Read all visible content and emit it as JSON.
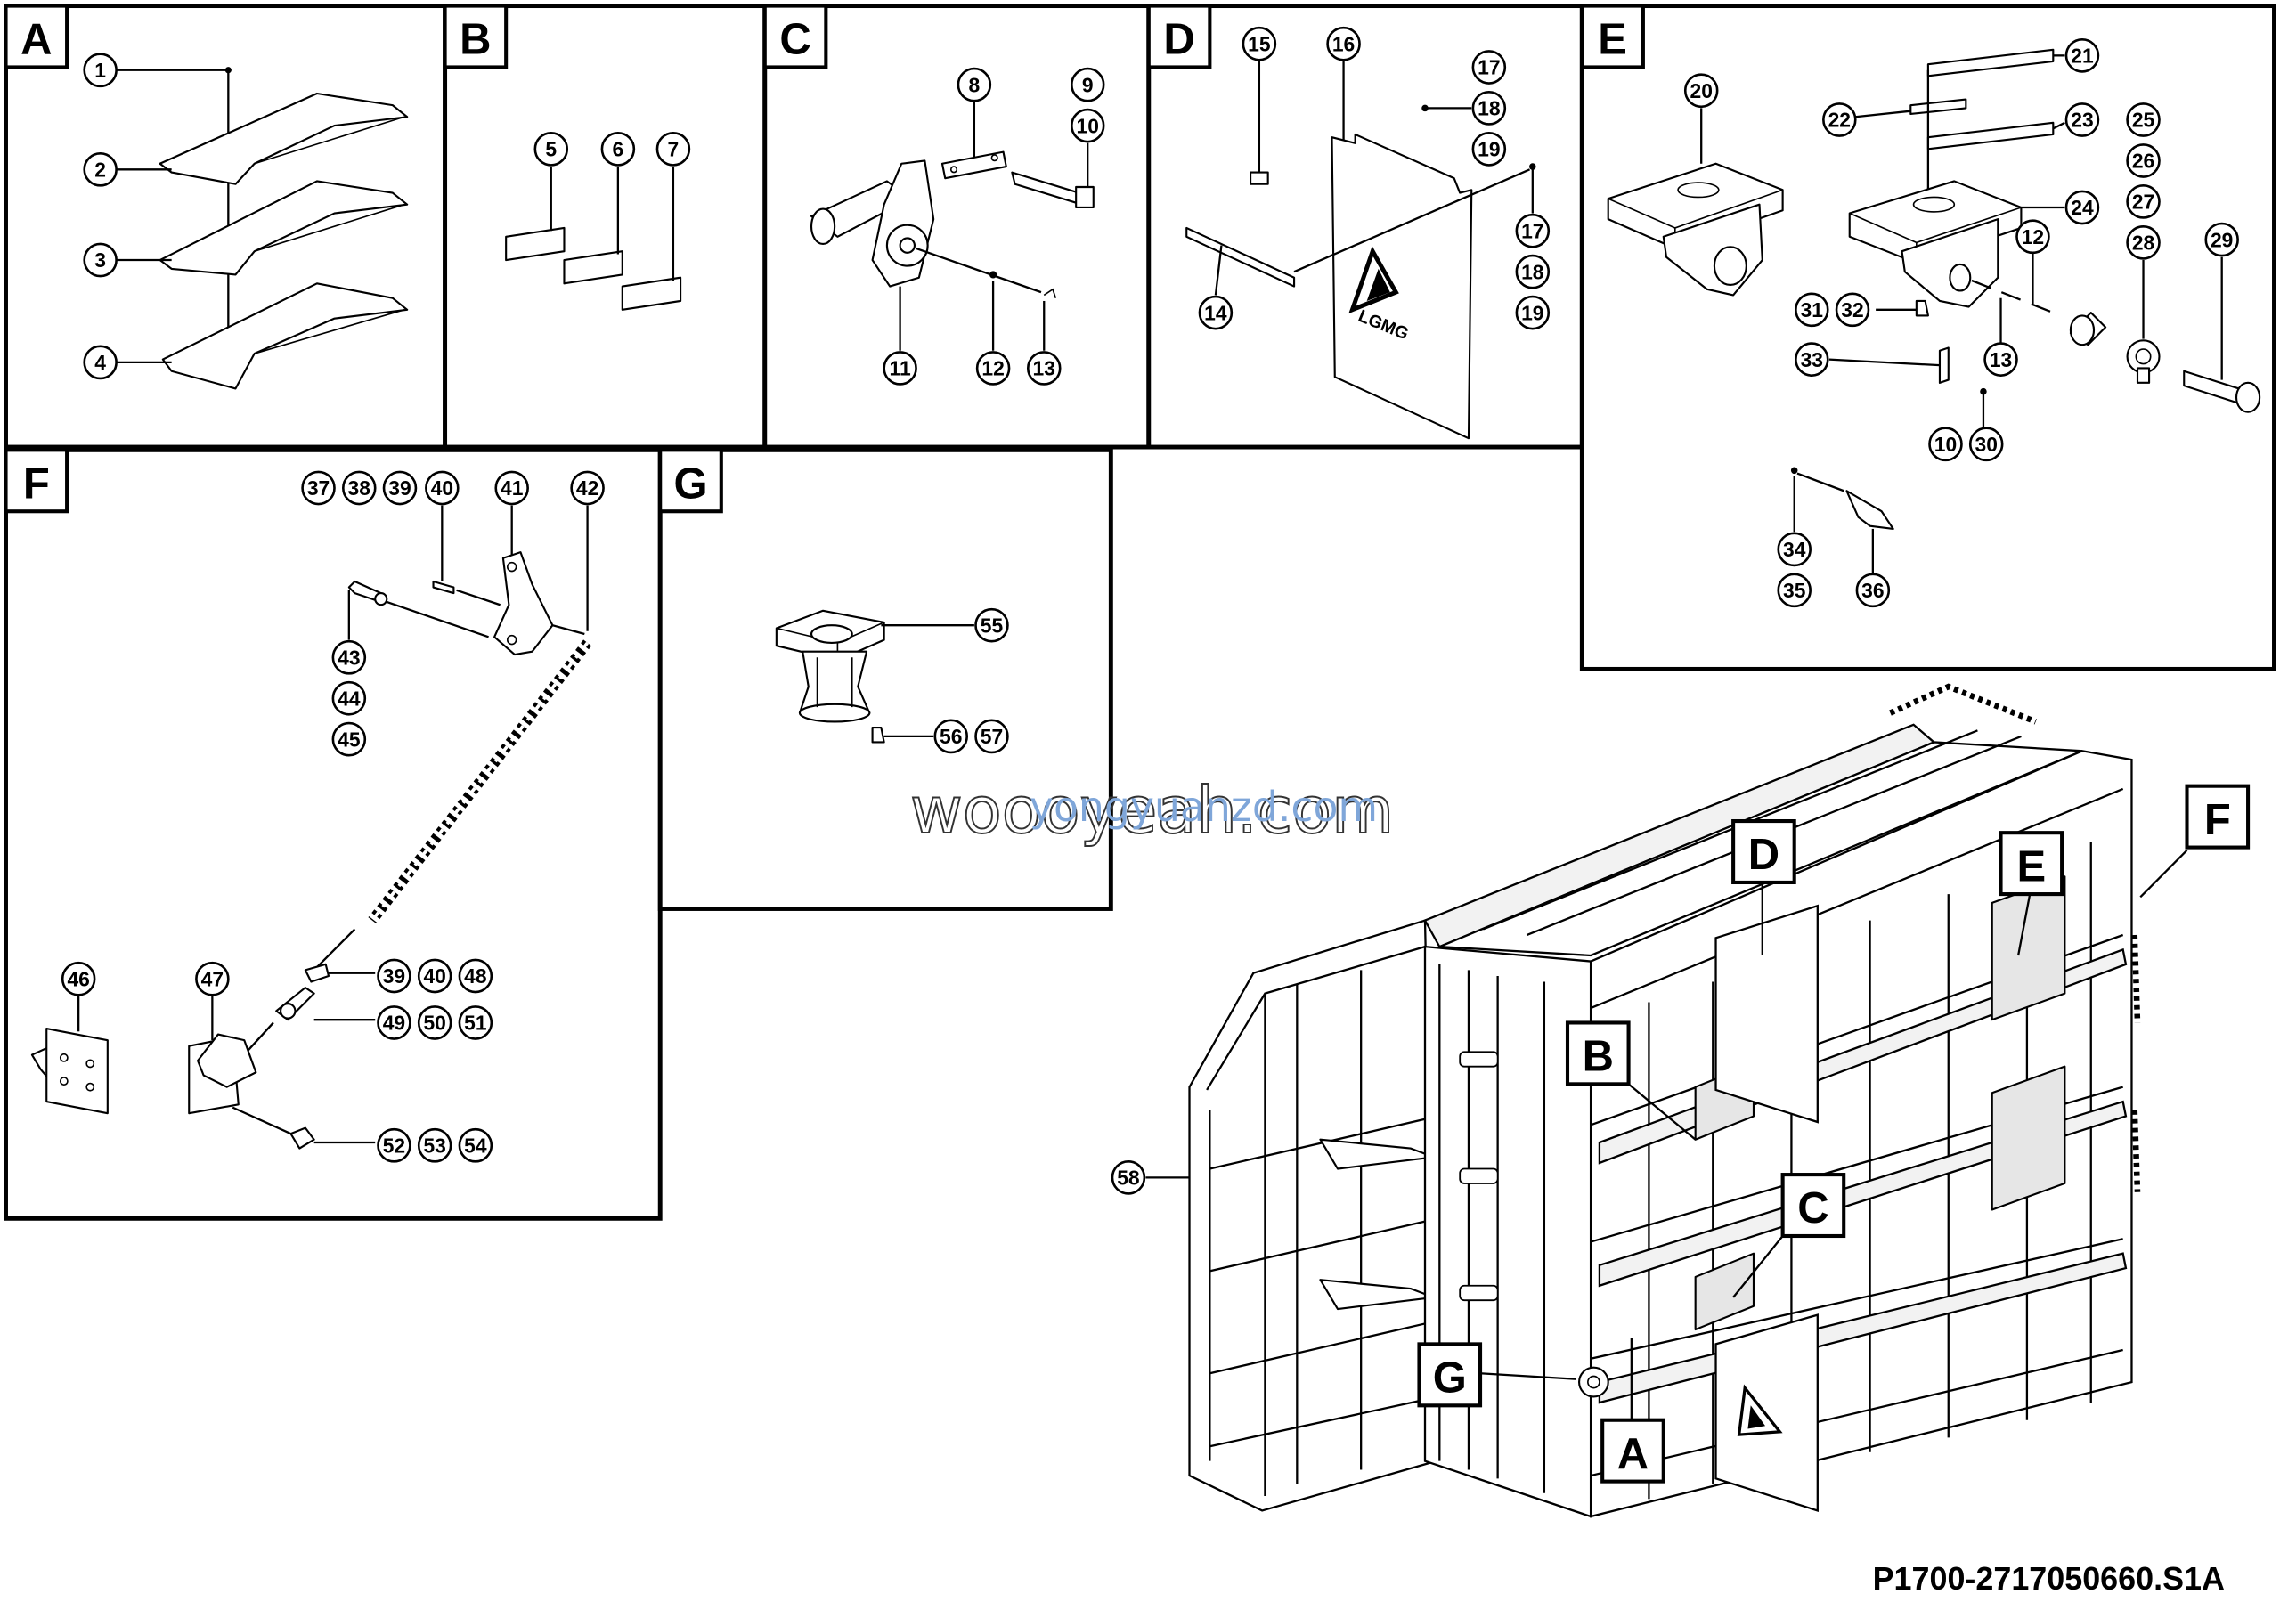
{
  "drawing_number": "P1700-2717050660.S1A",
  "watermark": {
    "main": "woooyeah.com",
    "overlay": "yongyuanzd.com"
  },
  "logo_text": "LGMG",
  "panels": {
    "A": {
      "label": "A",
      "callouts": [
        "1",
        "2",
        "3",
        "4"
      ]
    },
    "B": {
      "label": "B",
      "callouts": [
        "5",
        "6",
        "7"
      ]
    },
    "C": {
      "label": "C",
      "callouts": [
        "8",
        "9",
        "10",
        "11",
        "12",
        "13"
      ]
    },
    "D": {
      "label": "D",
      "callouts": [
        "15",
        "16",
        "17",
        "18",
        "19",
        "14",
        "17",
        "18",
        "19"
      ]
    },
    "E": {
      "label": "E",
      "callouts": [
        "21",
        "20",
        "22",
        "23",
        "25",
        "26",
        "27",
        "24",
        "12",
        "28",
        "29",
        "31",
        "32",
        "13",
        "33",
        "10",
        "30",
        "34",
        "35",
        "36"
      ]
    },
    "F": {
      "label": "F",
      "callouts": [
        "37",
        "38",
        "39",
        "40",
        "41",
        "42",
        "43",
        "44",
        "45",
        "39",
        "40",
        "48",
        "49",
        "50",
        "51",
        "46",
        "47",
        "52",
        "53",
        "54"
      ]
    },
    "G": {
      "label": "G",
      "callouts": [
        "55",
        "56",
        "57"
      ]
    }
  },
  "assembly": {
    "callout": "58",
    "view_tags": [
      "D",
      "E",
      "F",
      "B",
      "C",
      "G",
      "A"
    ]
  }
}
